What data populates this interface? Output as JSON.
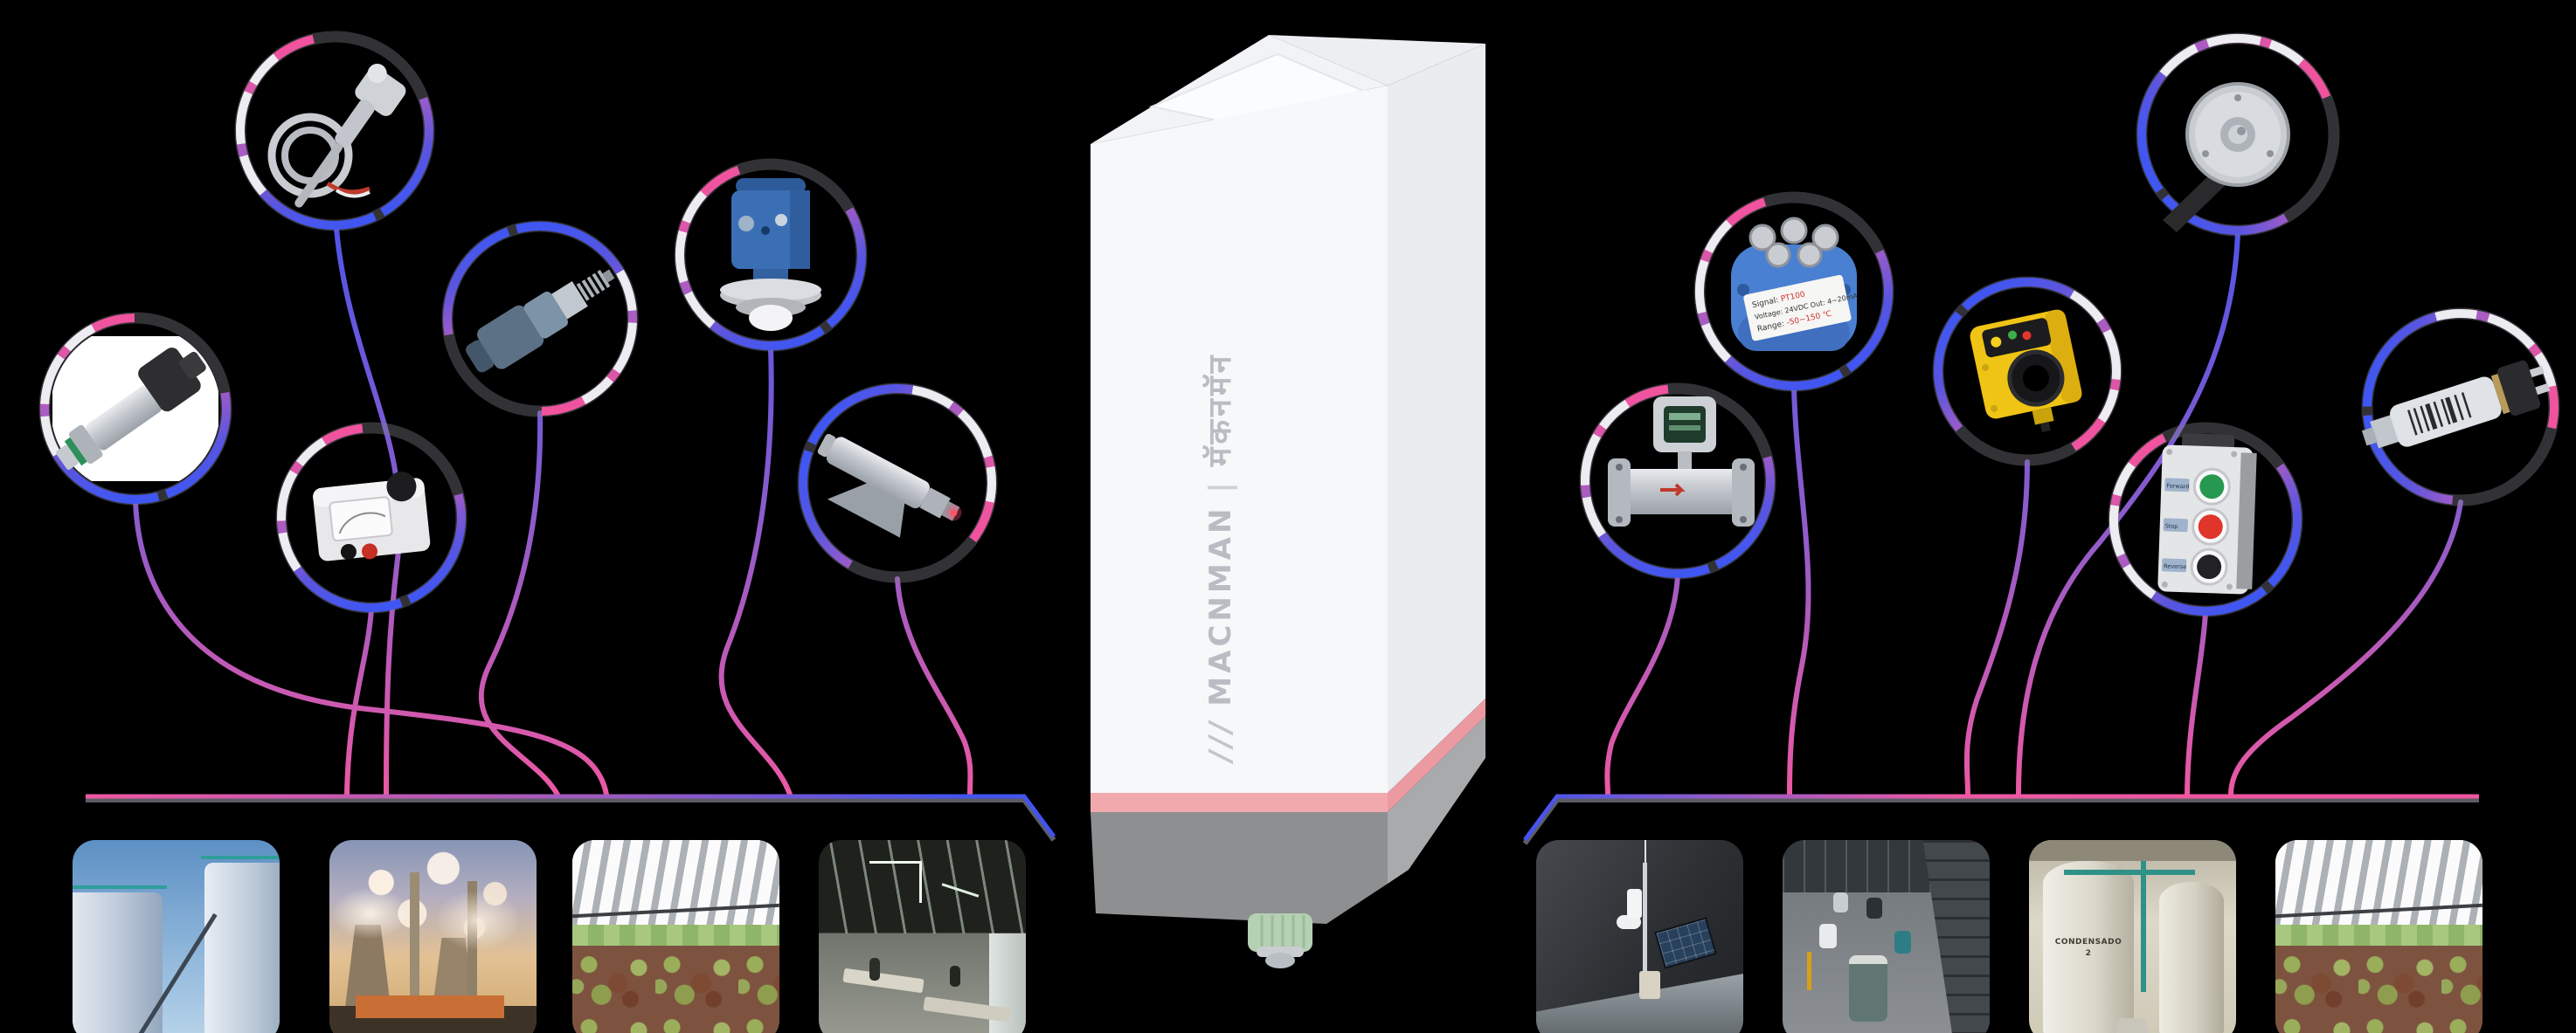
{
  "page": {
    "background": "#000000"
  },
  "device": {
    "brand_prefix": "///",
    "brand_latin": "MACNMAN",
    "separator": "|",
    "brand_devanagari": "मॅकनमॅन",
    "band_color": "#f2a9ae",
    "body_color": "#f7f8fa",
    "base_color": "#8e8f91",
    "gland_color": "#b5d0b3"
  },
  "palette": {
    "ring_pink": "#f0539e",
    "ring_purple": "#9a5ac4",
    "ring_blue": "#4353ee",
    "ring_white": "#edecf1",
    "line_blue": "#4353ee",
    "line_purple": "#8a5ccc",
    "line_pink": "#ef58a2"
  },
  "left_sensors": [
    {
      "name": "thermocouple"
    },
    {
      "name": "pressure-transmitter"
    },
    {
      "name": "signal-calibrator"
    },
    {
      "name": "pressure-sensor"
    },
    {
      "name": "radar-level-transmitter"
    },
    {
      "name": "infrared-pyrometer"
    }
  ],
  "right_sensors": [
    {
      "name": "temperature-transmitter-pt100"
    },
    {
      "name": "photoelectric-sensor"
    },
    {
      "name": "turbine-flow-meter"
    },
    {
      "name": "rotary-encoder"
    },
    {
      "name": "push-button-station"
    },
    {
      "name": "pressure-transducer"
    }
  ],
  "pt100_label": {
    "l1a": "Signal:",
    "l1b": "PT100",
    "l2": "Voltage: 24VDC Out: 4~20mA",
    "l3a": "Range:",
    "l3b": "-50~150 ℃"
  },
  "push_button_labels": {
    "top": "Forward",
    "middle": "Stop",
    "bottom": "Reverse"
  },
  "condensate_tank": {
    "label": "CONDENSADO",
    "number": "2"
  },
  "left_scenes": [
    {
      "name": "storage-tanks"
    },
    {
      "name": "power-plant"
    },
    {
      "name": "greenhouse"
    },
    {
      "name": "office"
    }
  ],
  "right_scenes": [
    {
      "name": "weather-station"
    },
    {
      "name": "city-traffic"
    },
    {
      "name": "condensate-tanks"
    },
    {
      "name": "greenhouse"
    }
  ]
}
